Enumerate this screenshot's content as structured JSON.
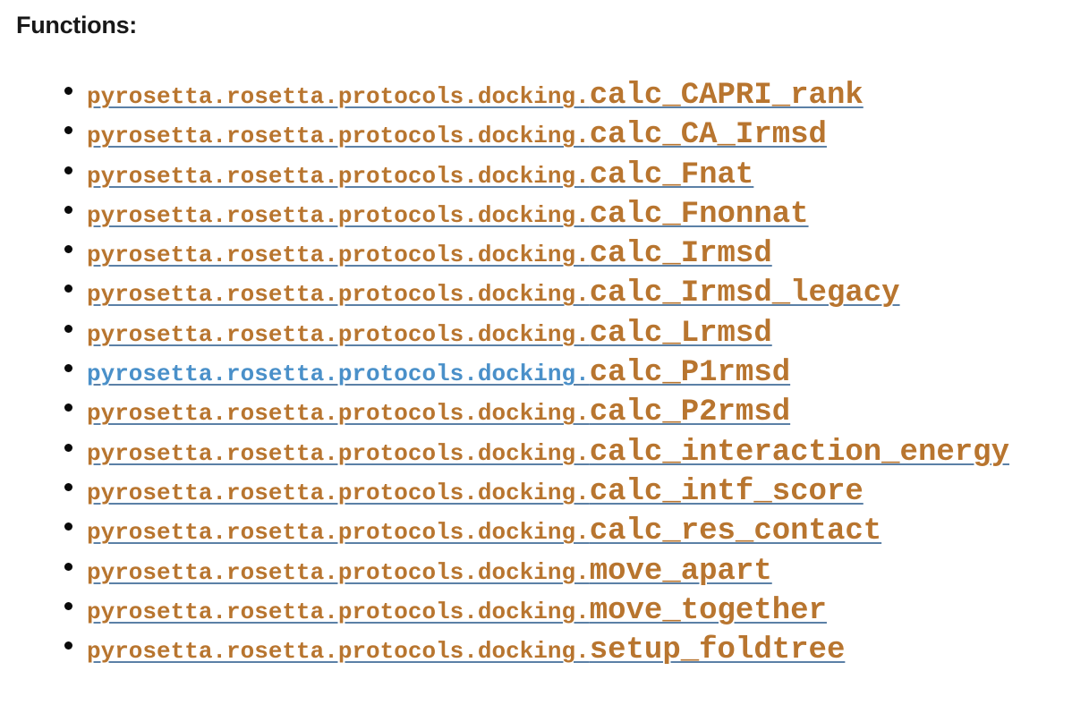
{
  "page": {
    "heading": "Functions:"
  },
  "functions": {
    "module_prefix": "pyrosetta.rosetta.protocols.docking.",
    "items": [
      {
        "name": "calc_CAPRI_rank",
        "prefix_color": "orange"
      },
      {
        "name": "calc_CA_Irmsd",
        "prefix_color": "orange"
      },
      {
        "name": "calc_Fnat",
        "prefix_color": "orange"
      },
      {
        "name": "calc_Fnonnat",
        "prefix_color": "orange"
      },
      {
        "name": "calc_Irmsd",
        "prefix_color": "orange"
      },
      {
        "name": "calc_Irmsd_legacy",
        "prefix_color": "orange"
      },
      {
        "name": "calc_Lrmsd",
        "prefix_color": "orange"
      },
      {
        "name": "calc_P1rmsd",
        "prefix_color": "blue"
      },
      {
        "name": "calc_P2rmsd",
        "prefix_color": "orange"
      },
      {
        "name": "calc_interaction_energy",
        "prefix_color": "orange"
      },
      {
        "name": "calc_intf_score",
        "prefix_color": "orange"
      },
      {
        "name": "calc_res_contact",
        "prefix_color": "orange"
      },
      {
        "name": "move_apart",
        "prefix_color": "orange"
      },
      {
        "name": "move_together",
        "prefix_color": "orange"
      },
      {
        "name": "setup_foldtree",
        "prefix_color": "orange"
      }
    ]
  },
  "colors": {
    "link_orange": "#b8752f",
    "link_blue": "#4a90c9",
    "underline": "#5b80a6",
    "heading": "#181818",
    "bullet": "#0a0a0a",
    "background": "#ffffff"
  }
}
